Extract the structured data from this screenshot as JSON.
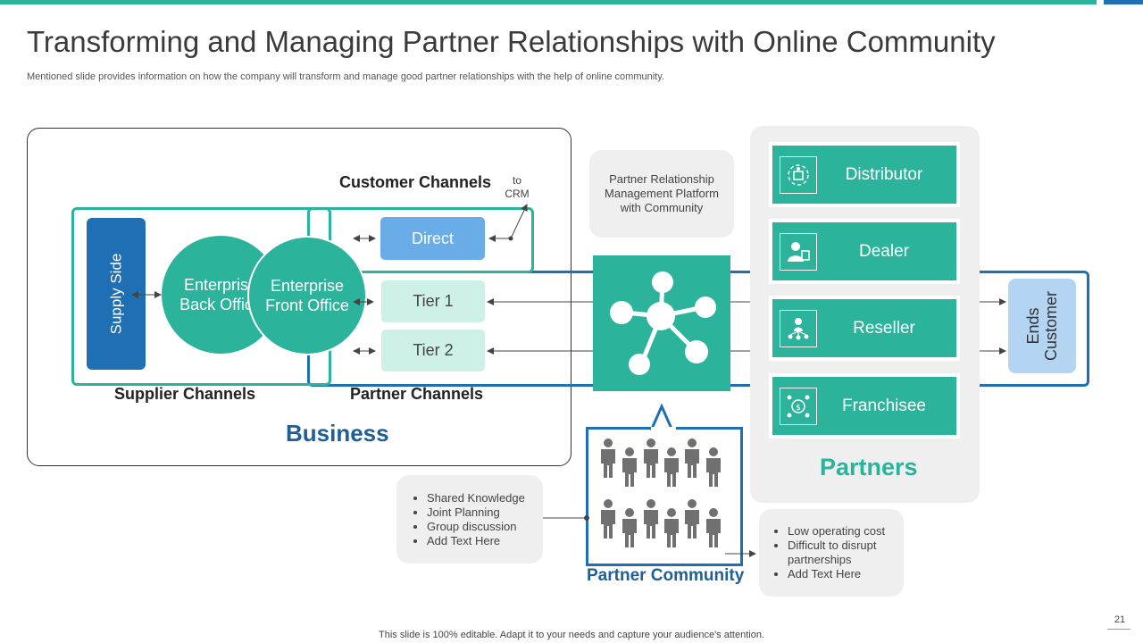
{
  "slide": {
    "title": "Transforming and Managing Partner Relationships with Online Community",
    "subtitle": "Mentioned slide provides information on how the company will transform and manage good partner relationships with the help of online community.",
    "footer": "This slide is 100% editable. Adapt it to your needs and capture your audience's attention.",
    "page_number": "21"
  },
  "colors": {
    "teal": "#2bb39b",
    "blue": "#1f6fb5",
    "light_blue": "#6aace8",
    "mint": "#cdf0e7",
    "panel_gray": "#efefef"
  },
  "business": {
    "label": "Business",
    "supply_side": "Supply Side",
    "back_office": "Enterprise Back Office",
    "front_office": "Enterprise Front Office",
    "customer_channels": "Customer Channels",
    "to_crm": "to CRM",
    "direct": "Direct",
    "tier1": "Tier 1",
    "tier2": "Tier 2",
    "supplier_channels": "Supplier Channels",
    "partner_channels": "Partner Channels"
  },
  "prm_platform": {
    "text": "Partner Relationship Management Platform with Community",
    "icon": "network-hub-icon"
  },
  "partners": {
    "label": "Partners",
    "items": [
      {
        "name": "Distributor",
        "icon": "distributor-icon"
      },
      {
        "name": "Dealer",
        "icon": "dealer-icon"
      },
      {
        "name": "Reseller",
        "icon": "reseller-icon"
      },
      {
        "name": "Franchisee",
        "icon": "franchisee-icon"
      }
    ]
  },
  "ends_customer": "Ends Customer",
  "community": {
    "label": "Partner Community",
    "icon": "people-group-icon",
    "benefits_left": [
      "Shared Knowledge",
      "Joint Planning",
      "Group discussion",
      "Add Text Here"
    ],
    "benefits_right": [
      "Low operating cost",
      "Difficult to disrupt partnerships",
      "Add Text Here"
    ]
  }
}
